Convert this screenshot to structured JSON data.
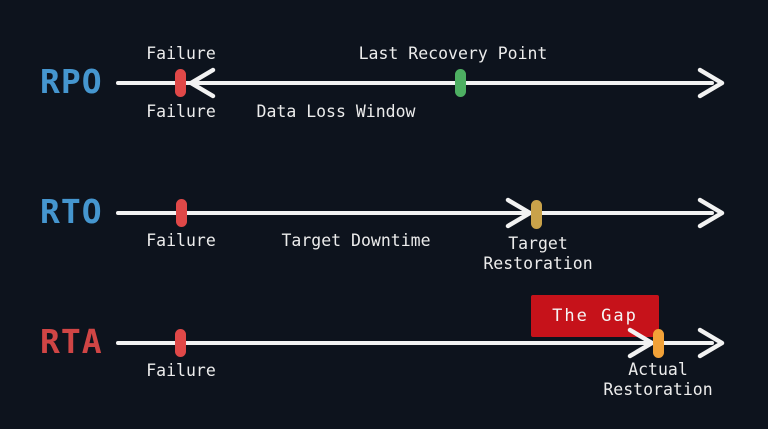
{
  "title": "RPO vs RTO vs RTA recovery timeline diagram",
  "colors": {
    "background": "#0d131d",
    "line": "#f2f2f2",
    "label_blue": "#4596cf",
    "label_red": "#d04545",
    "marker_failure": "#e04848",
    "marker_recovery_point": "#4daf62",
    "marker_target_restoration": "#c9a24a",
    "marker_actual_restoration": "#f2a238",
    "gap_box": "#c6121a",
    "text": "#ececec"
  },
  "rows": {
    "rpo": {
      "label": "RPO",
      "failure_top": "Failure",
      "failure_bottom": "Failure",
      "last_recovery_point": "Last Recovery Point",
      "data_loss_window": "Data Loss Window"
    },
    "rto": {
      "label": "RTO",
      "failure": "Failure",
      "target_downtime": "Target Downtime",
      "target_restoration_line1": "Target",
      "target_restoration_line2": "Restoration"
    },
    "rta": {
      "label": "RTA",
      "failure": "Failure",
      "gap_label": "The Gap",
      "actual_restoration_line1": "Actual",
      "actual_restoration_line2": "Restoration"
    }
  }
}
